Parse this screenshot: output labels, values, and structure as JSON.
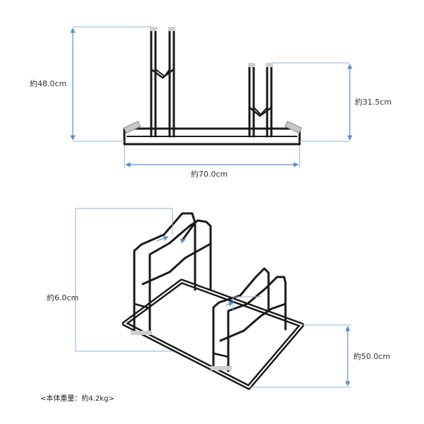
{
  "front_view": {
    "height_total": "約48.0cm",
    "height_short": "約31.5cm",
    "width": "約70.0cm"
  },
  "perspective_view": {
    "slot_width": "約6.0cm",
    "depth": "約50.0cm"
  },
  "weight_note": "<本体重量：約4.2kg>",
  "colors": {
    "dimension_line": "#5b8fc9",
    "rack": "#1a1a1a"
  }
}
